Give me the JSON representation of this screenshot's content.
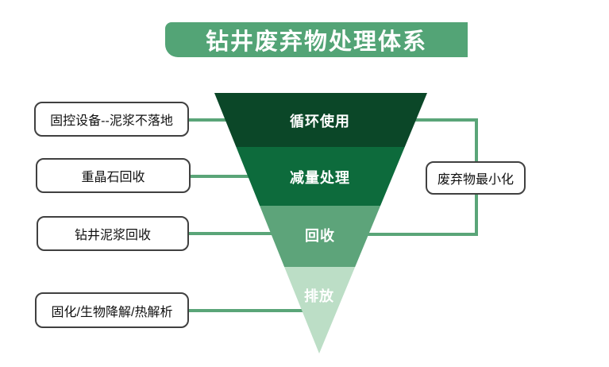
{
  "title": "钻井废弃物处理体系",
  "funnel": {
    "levels": [
      {
        "label": "循环使用",
        "color": "#0b4728"
      },
      {
        "label": "减量处理",
        "color": "#0d6b3c"
      },
      {
        "label": "回收",
        "color": "#5da47a"
      },
      {
        "label": "排放",
        "color": "#bcdec6"
      }
    ]
  },
  "left_boxes": [
    {
      "label": "固控设备--泥浆不落地"
    },
    {
      "label": "重晶石回收"
    },
    {
      "label": "钻井泥浆回收"
    },
    {
      "label": "固化/生物降解/热解析"
    }
  ],
  "right_box": {
    "label": "废弃物最小化"
  },
  "colors": {
    "banner": "#53a476",
    "connector": "#5aa578",
    "funnel_level_1": "#0b4728",
    "funnel_level_2": "#0d6b3c",
    "funnel_level_3": "#5da47a",
    "funnel_level_4": "#bcdec6",
    "box_border": "#404040",
    "background": "#ffffff"
  }
}
